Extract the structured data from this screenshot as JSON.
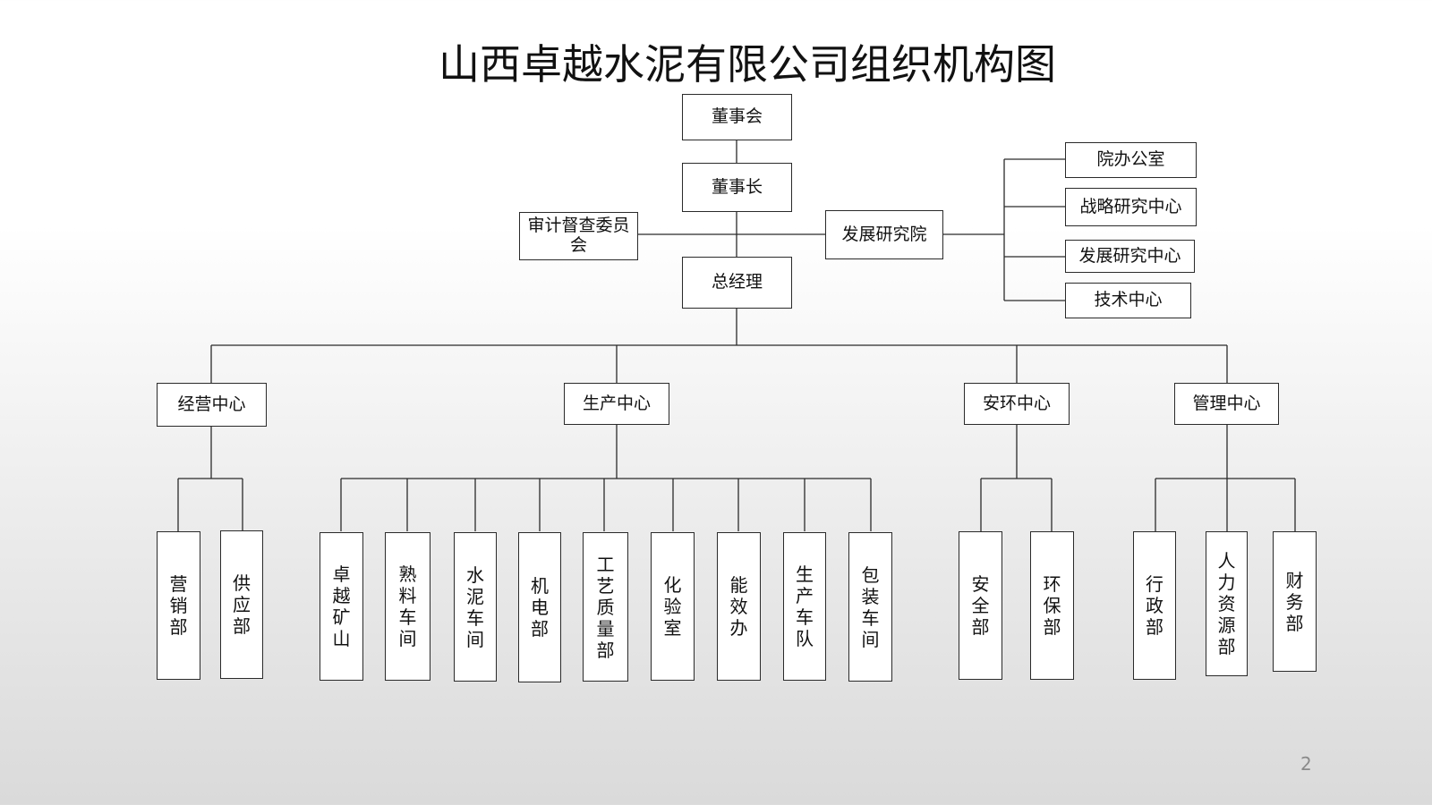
{
  "title": "山西卓越水泥有限公司组织机构图",
  "page_number": "2",
  "nodes": {
    "board": "董事会",
    "chairman": "董事长",
    "audit_committee": "审计督查委员会",
    "gm": "总经理",
    "research_institute": "发展研究院",
    "ri_office": "院办公室",
    "strategy_center": "战略研究中心",
    "dev_research_center": "发展研究中心",
    "tech_center": "技术中心",
    "business_center": "经营中心",
    "production_center": "生产中心",
    "safety_env_center": "安环中心",
    "management_center": "管理中心",
    "marketing": "营销部",
    "supply": "供应部",
    "mine": "卓越矿山",
    "clinker_workshop": "熟料车间",
    "cement_workshop": "水泥车间",
    "mech_elec": "机电部",
    "quality": "工艺质量部",
    "lab": "化验室",
    "energy_office": "能效办",
    "production_fleet": "生产车队",
    "packing_workshop": "包装车间",
    "safety_dept": "安全部",
    "env_dept": "环保部",
    "admin_dept": "行政部",
    "hr_dept": "人力资源部",
    "finance_dept": "财务部"
  }
}
